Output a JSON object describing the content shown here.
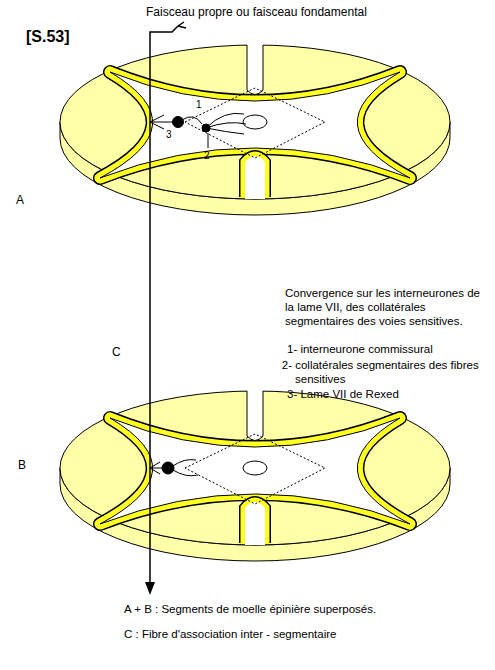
{
  "diagram": {
    "title": "Faisceau propre ou faisceau fondamental",
    "labels": [
      "[S.53]",
      "A",
      "1",
      "3",
      "2",
      "Convergence sur les interneurones de la lame VII, des collatérales segmentaires des voies sensitives.",
      "1- interneurone commissural",
      "2- collatérales segmentaires des fibres sensitives",
      "3- Lame VII de Rexed",
      "C",
      "B",
      "A + B : Segments de moelle épinière superposés.",
      "C : Fibre d'association inter - segmentaire"
    ]
  }
}
